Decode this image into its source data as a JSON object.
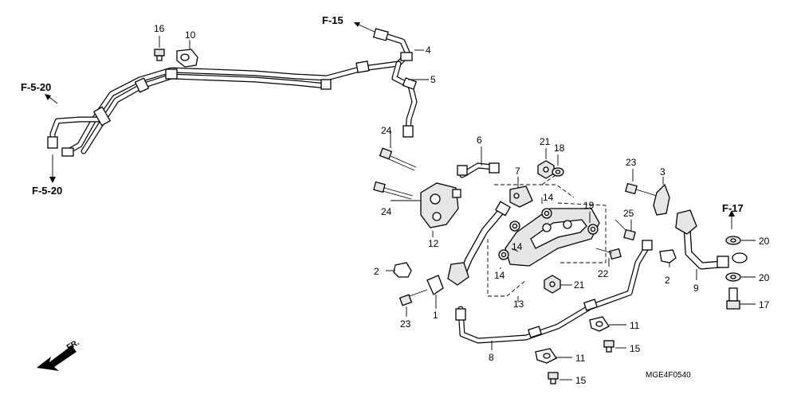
{
  "references": {
    "f15": "F-15",
    "f520_top": "F-5-20",
    "f520_bottom": "F-5-20",
    "f17": "F-17"
  },
  "front_marker": "FR.",
  "diagram_code": "MGE4F0540",
  "callouts": {
    "c1": "1",
    "c2a": "2",
    "c2b": "2",
    "c3": "3",
    "c4": "4",
    "c5": "5",
    "c6": "6",
    "c7": "7",
    "c8": "8",
    "c9": "9",
    "c10": "10",
    "c11a": "11",
    "c11b": "11",
    "c12": "12",
    "c13": "13",
    "c14a": "14",
    "c14b": "14",
    "c14c": "14",
    "c15a": "15",
    "c15b": "15",
    "c16": "16",
    "c17": "17",
    "c18": "18",
    "c19": "19",
    "c20a": "20",
    "c20b": "20",
    "c21a": "21",
    "c21b": "21",
    "c22": "22",
    "c23a": "23",
    "c23b": "23",
    "c24a": "24",
    "c24b": "24",
    "c25": "25"
  }
}
